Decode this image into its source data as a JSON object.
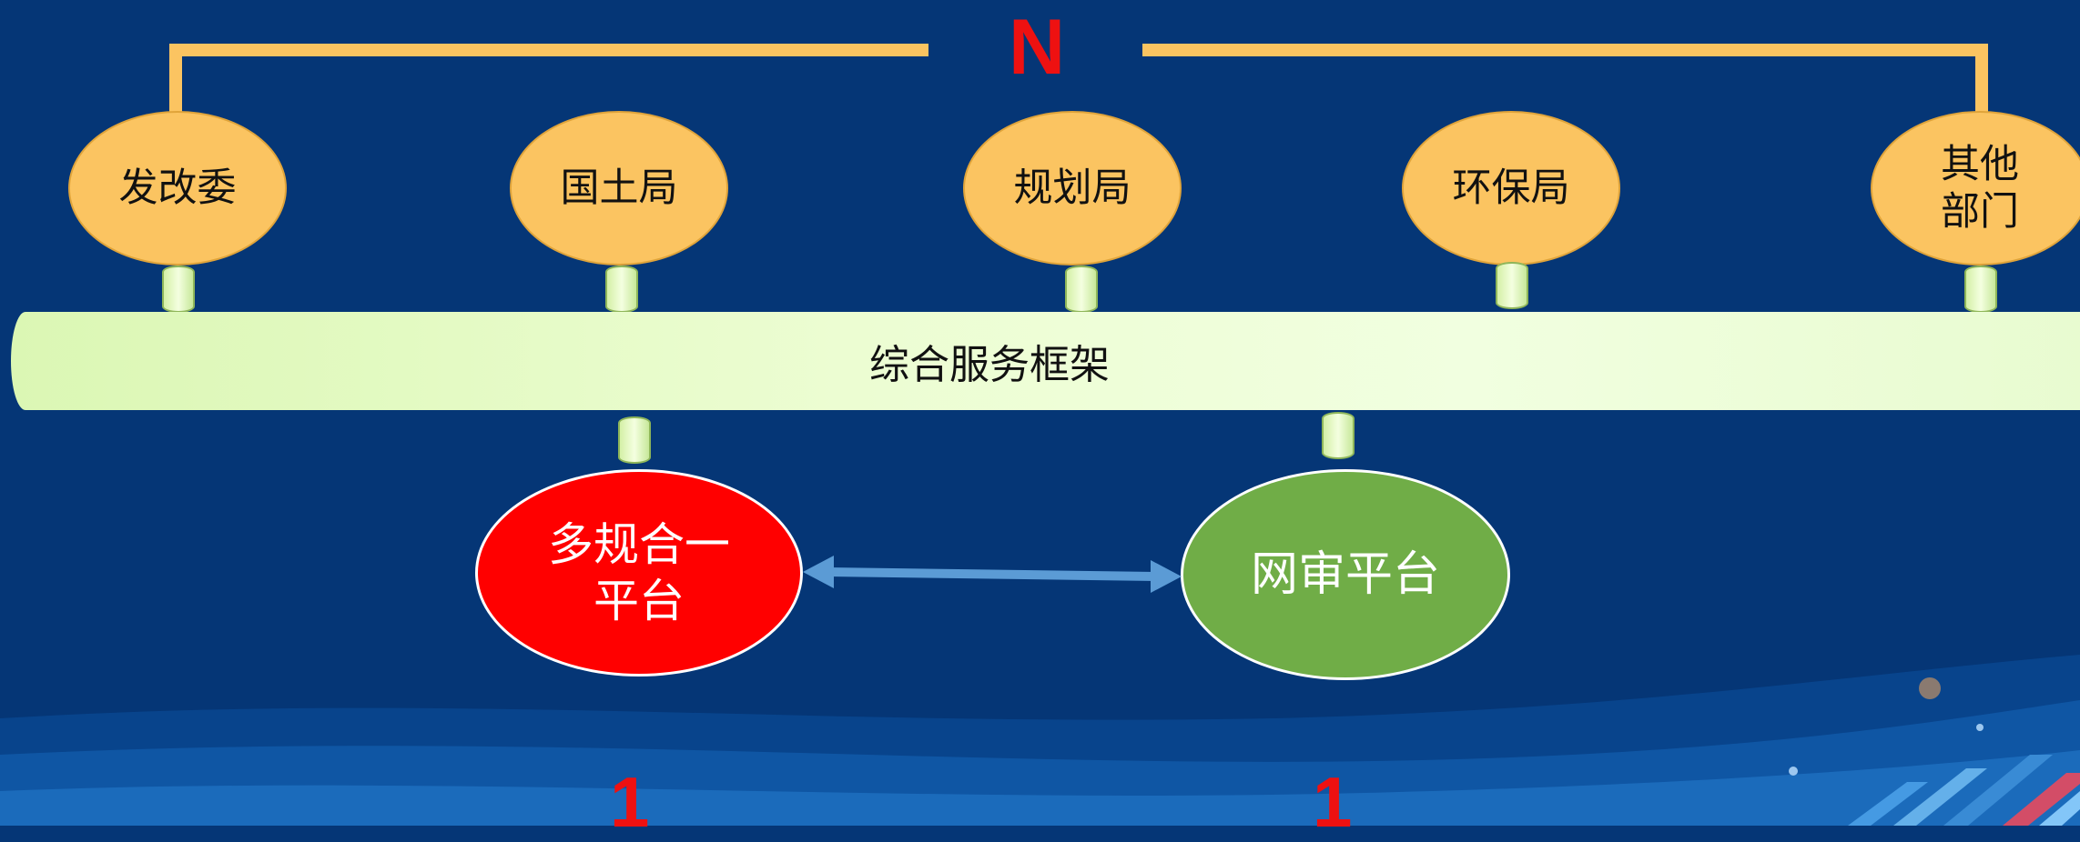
{
  "top_count_label": "N",
  "departments": [
    {
      "label": "发改委"
    },
    {
      "label": "国土局"
    },
    {
      "label": "规划局"
    },
    {
      "label": "环保局"
    },
    {
      "label": "其他\n部门"
    }
  ],
  "bus_label": "综合服务框架",
  "platforms": {
    "left": {
      "label": "多规合一\n平台",
      "count": "1",
      "fill": "#ff0000"
    },
    "right": {
      "label": "网审平台",
      "count": "1",
      "fill": "#70ad47"
    }
  },
  "colors": {
    "background": "#053676",
    "department_fill": "#fbc461",
    "bracket_line": "#fbc461",
    "arrow": "#5b9bd5",
    "count_text": "#ee1111"
  }
}
